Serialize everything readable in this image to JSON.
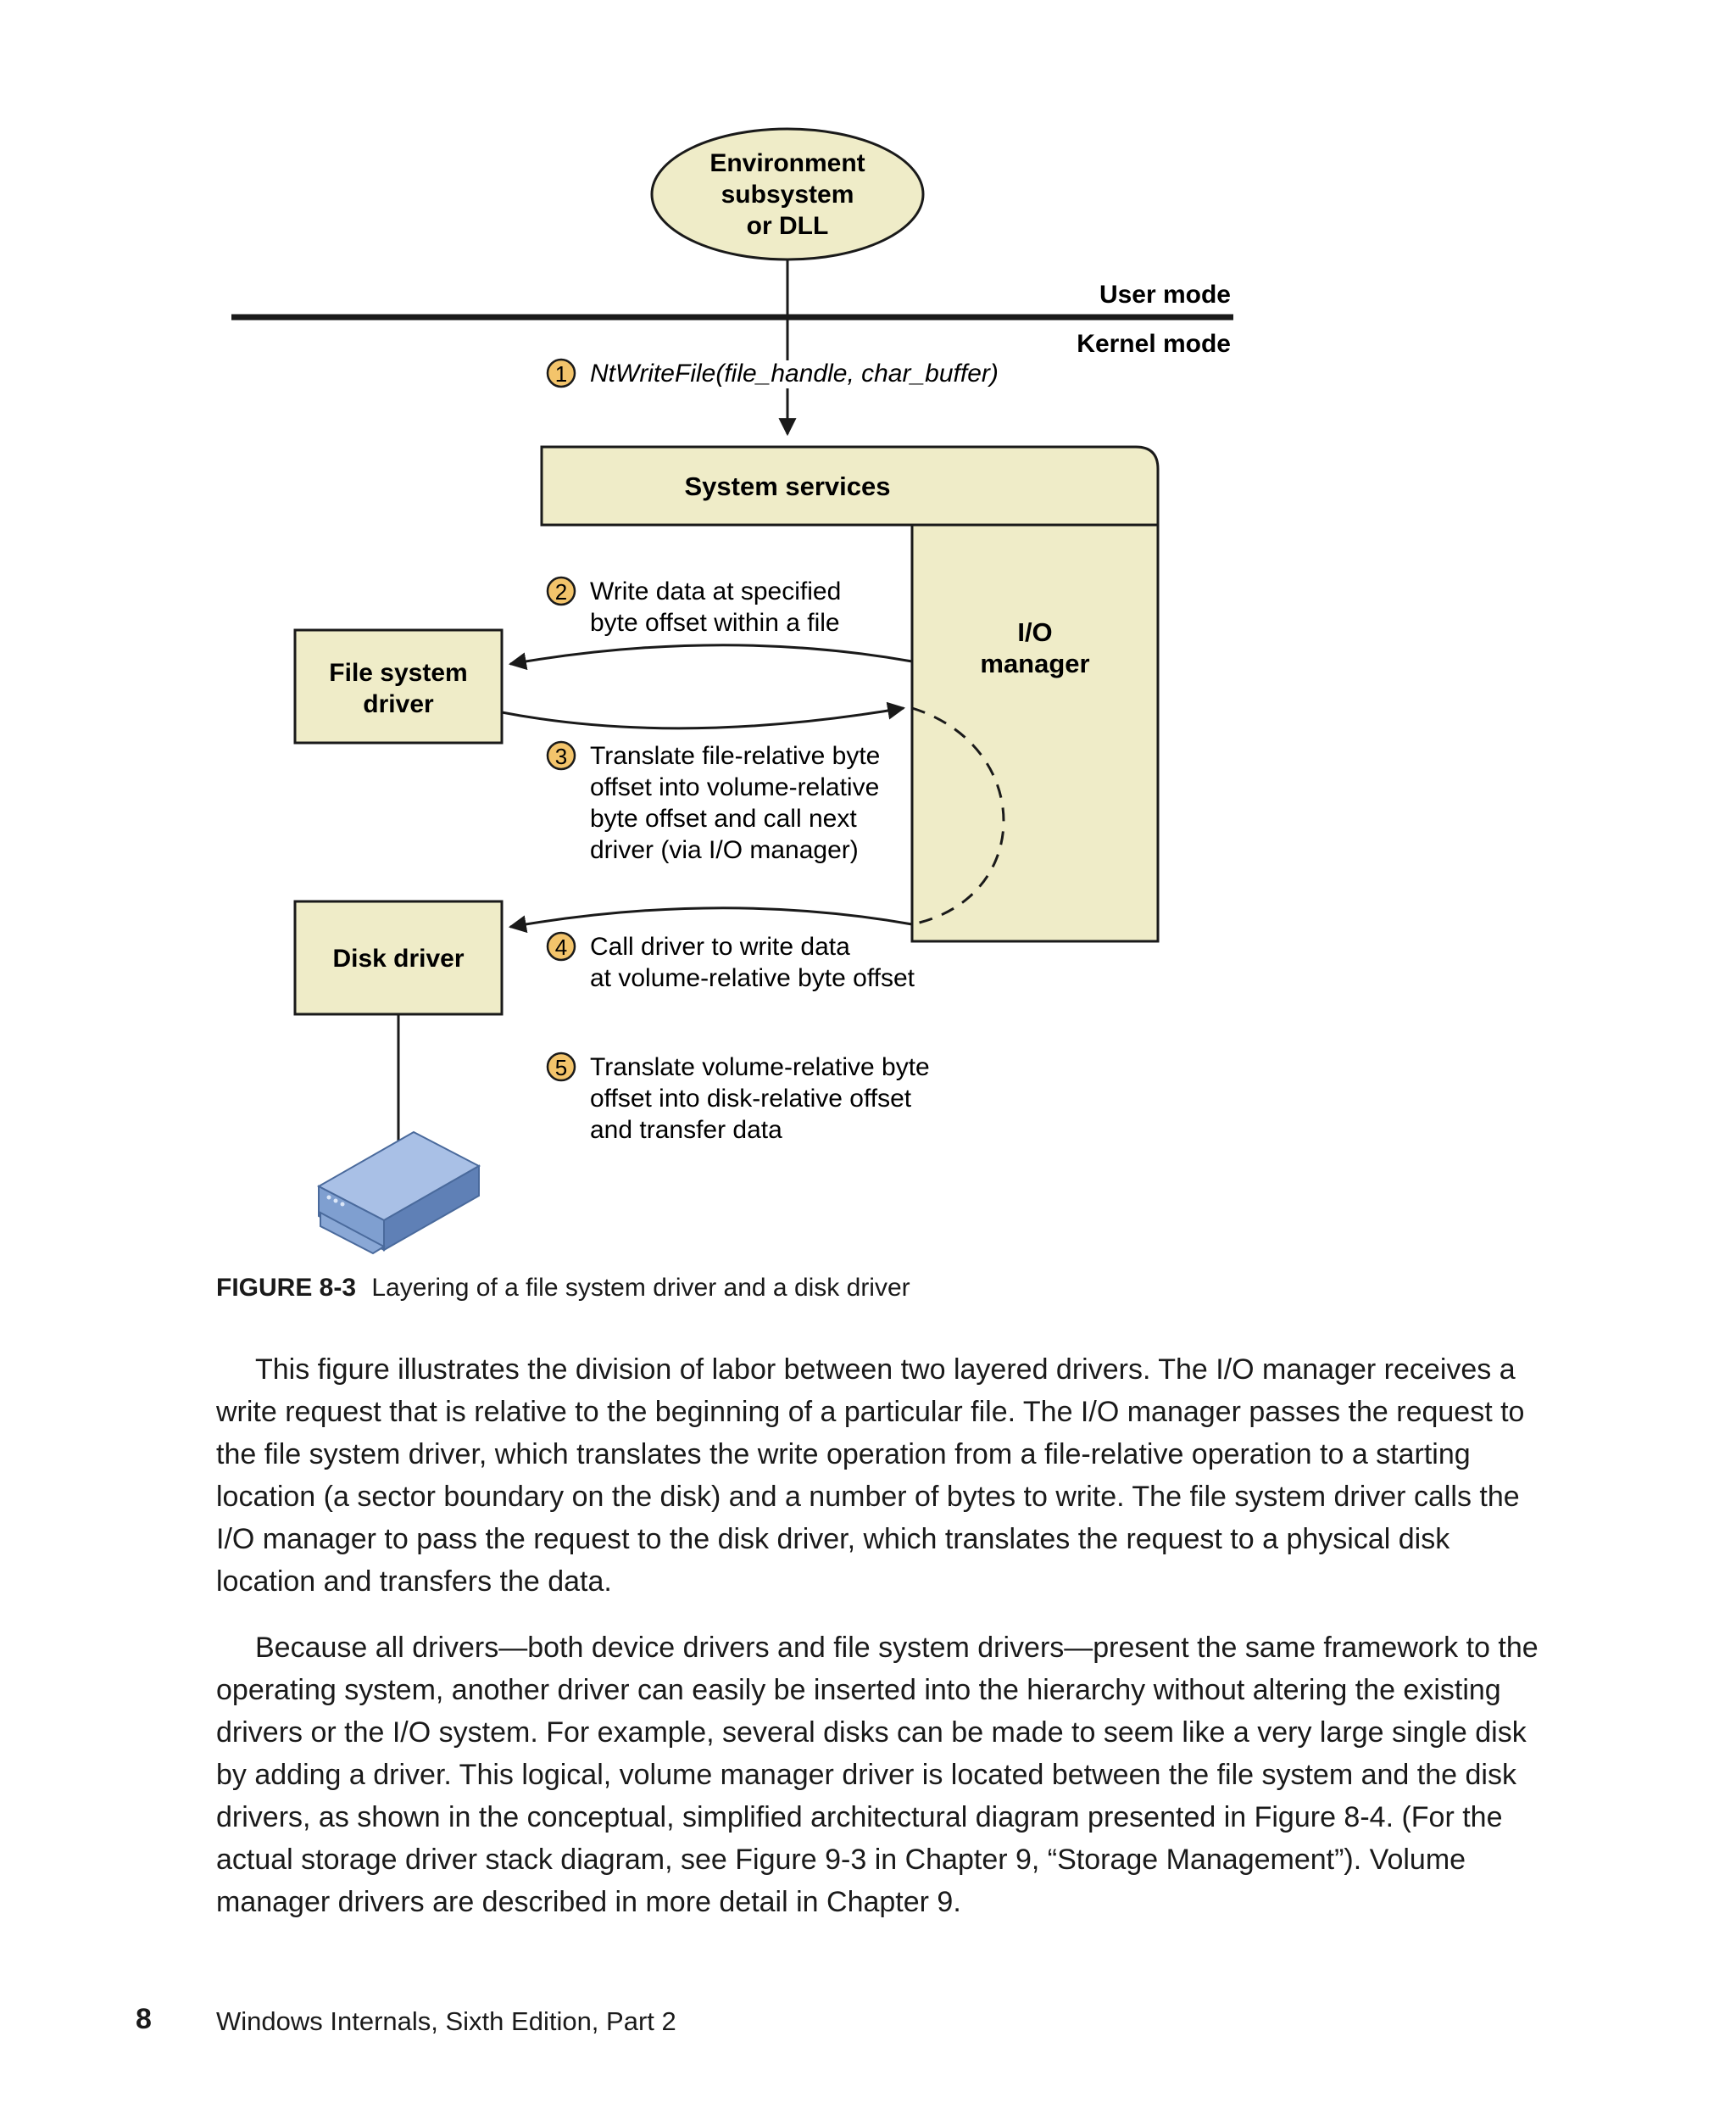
{
  "diagram": {
    "environment_node": [
      "Environment",
      "subsystem",
      "or DLL"
    ],
    "user_mode_label": "User mode",
    "kernel_mode_label": "Kernel mode",
    "system_services_label": "System services",
    "io_manager_label": [
      "I/O",
      "manager"
    ],
    "file_system_driver_label": [
      "File system",
      "driver"
    ],
    "disk_driver_label": "Disk driver",
    "disk_icon": "hard-disk-icon",
    "steps": [
      {
        "number": "1",
        "lines": [
          "NtWriteFile(file_handle, char_buffer)"
        ]
      },
      {
        "number": "2",
        "lines": [
          "Write data at specified",
          "byte offset within a file"
        ]
      },
      {
        "number": "3",
        "lines": [
          "Translate file-relative byte",
          "offset into volume-relative",
          "byte offset and call next",
          "driver (via I/O manager)"
        ]
      },
      {
        "number": "4",
        "lines": [
          "Call driver to write data",
          "at volume-relative byte offset"
        ]
      },
      {
        "number": "5",
        "lines": [
          "Translate volume-relative byte",
          "offset into disk-relative offset",
          "and transfer data"
        ]
      }
    ],
    "colors": {
      "box_fill": "#efecc8",
      "step_marker_fill": "#f3c46b",
      "disk_fill": "#7f9fd0"
    }
  },
  "caption": {
    "label": "FIGURE 8-3",
    "text": "Layering of a file system driver and a disk driver"
  },
  "paragraphs": [
    "This figure illustrates the division of labor between two layered drivers. The I/O manager receives a write request that is relative to the beginning of a particular file. The I/O manager passes the request to the file system driver, which translates the write operation from a file-relative operation to a starting location (a sector boundary on the disk) and a number of bytes to write. The file system driver calls the I/O manager to pass the request to the disk driver, which translates the request to a physical disk location and transfers the data.",
    "Because all drivers—both device drivers and file system drivers—present the same framework to the operating system, another driver can easily be inserted into the hierarchy without altering the existing drivers or the I/O system. For example, several disks can be made to seem like a very large single disk by adding a driver. This logical, volume manager driver is located between the file system and the disk drivers, as shown in the conceptual, simplified architectural diagram presented in Figure 8-4. (For the actual storage driver stack diagram, see Figure 9-3 in Chapter 9, “Storage Management”). Volume manager drivers are described in more detail in Chapter 9."
  ],
  "footer": {
    "page_number": "8",
    "book_title": "Windows Internals, Sixth Edition, Part 2"
  }
}
